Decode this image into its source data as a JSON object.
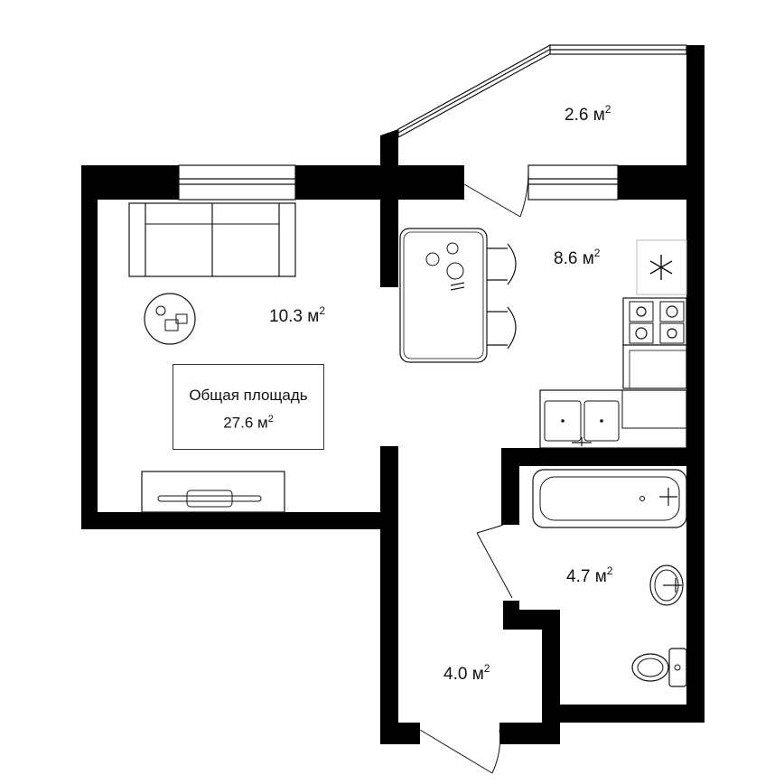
{
  "rooms": {
    "balcony": {
      "area": "2.6 м",
      "sup": "2"
    },
    "kitchen": {
      "area": "8.6 м",
      "sup": "2"
    },
    "living": {
      "area": "10.3 м",
      "sup": "2"
    },
    "bathroom": {
      "area": "4.7 м",
      "sup": "2"
    },
    "hall": {
      "area": "4.0 м",
      "sup": "2"
    }
  },
  "total": {
    "label": "Общая площадь",
    "value": "27.6 м",
    "sup": "2"
  },
  "icons": {
    "fridge": "snowflake-icon",
    "sofa": "sofa-icon",
    "table": "table-icon",
    "stove": "stove-icon",
    "sink": "sink-icon",
    "bathtub": "bathtub-icon",
    "toilet": "toilet-icon",
    "tv": "tv-stand-icon",
    "plant": "plant-table-icon"
  }
}
